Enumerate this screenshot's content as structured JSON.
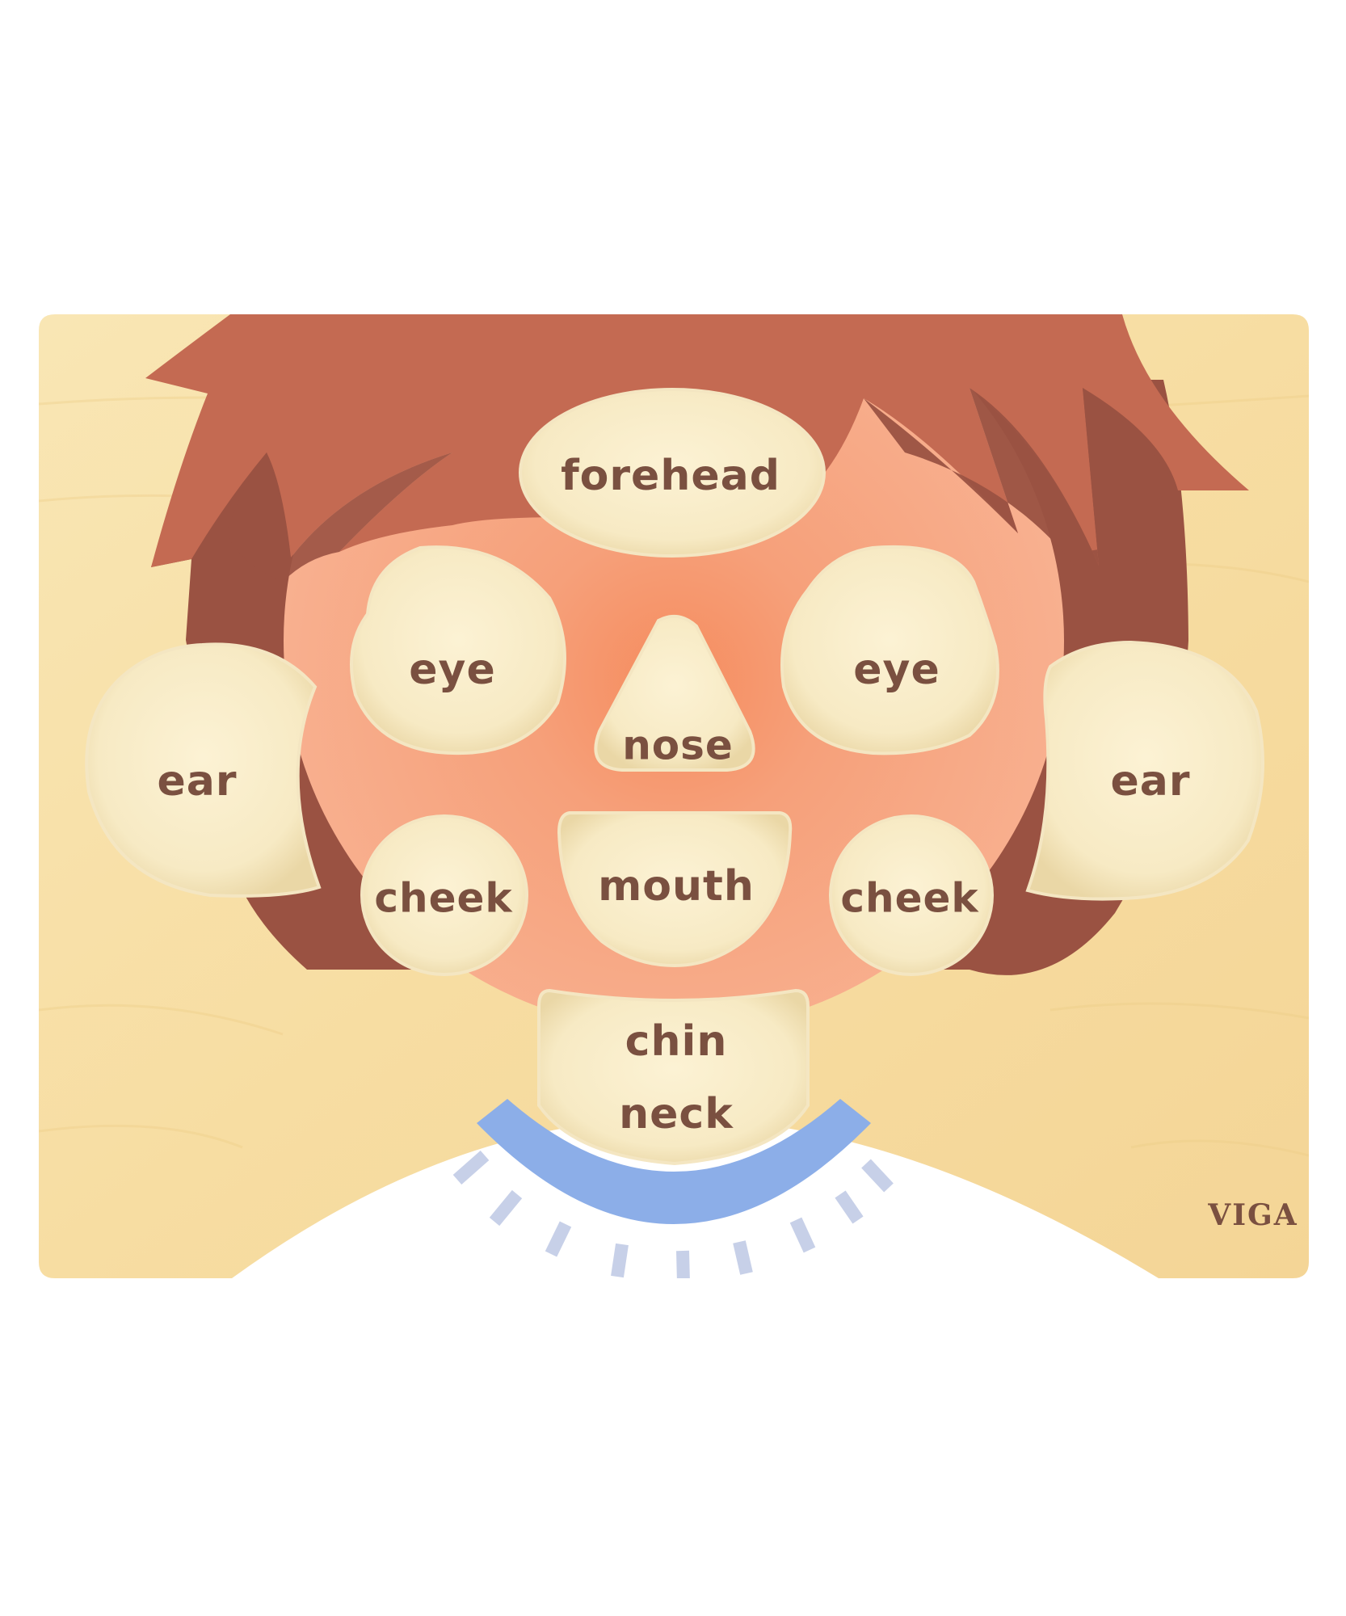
{
  "puzzle": {
    "brand": "VIGA",
    "pieces": [
      {
        "id": "forehead",
        "label": "forehead"
      },
      {
        "id": "eye-left",
        "label": "eye"
      },
      {
        "id": "eye-right",
        "label": "eye"
      },
      {
        "id": "nose",
        "label": "nose"
      },
      {
        "id": "ear-left",
        "label": "ear"
      },
      {
        "id": "ear-right",
        "label": "ear"
      },
      {
        "id": "cheek-left",
        "label": "cheek"
      },
      {
        "id": "cheek-right",
        "label": "cheek"
      },
      {
        "id": "mouth",
        "label": "mouth"
      },
      {
        "id": "chin",
        "label": "chin"
      },
      {
        "id": "neck",
        "label": "neck"
      }
    ]
  },
  "colors": {
    "wood": "#f7dfa6",
    "wood_light": "#fbeccb",
    "slot": "#f6ebc8",
    "hair": "#c46a52",
    "hair_dark": "#9a5242",
    "face": "#f7ad8c",
    "face_center": "#f58f63",
    "collar": "#8caee8",
    "collar_stripes": "#c7d0e8",
    "shirt": "#ffffff",
    "label_text": "#7a5040"
  }
}
